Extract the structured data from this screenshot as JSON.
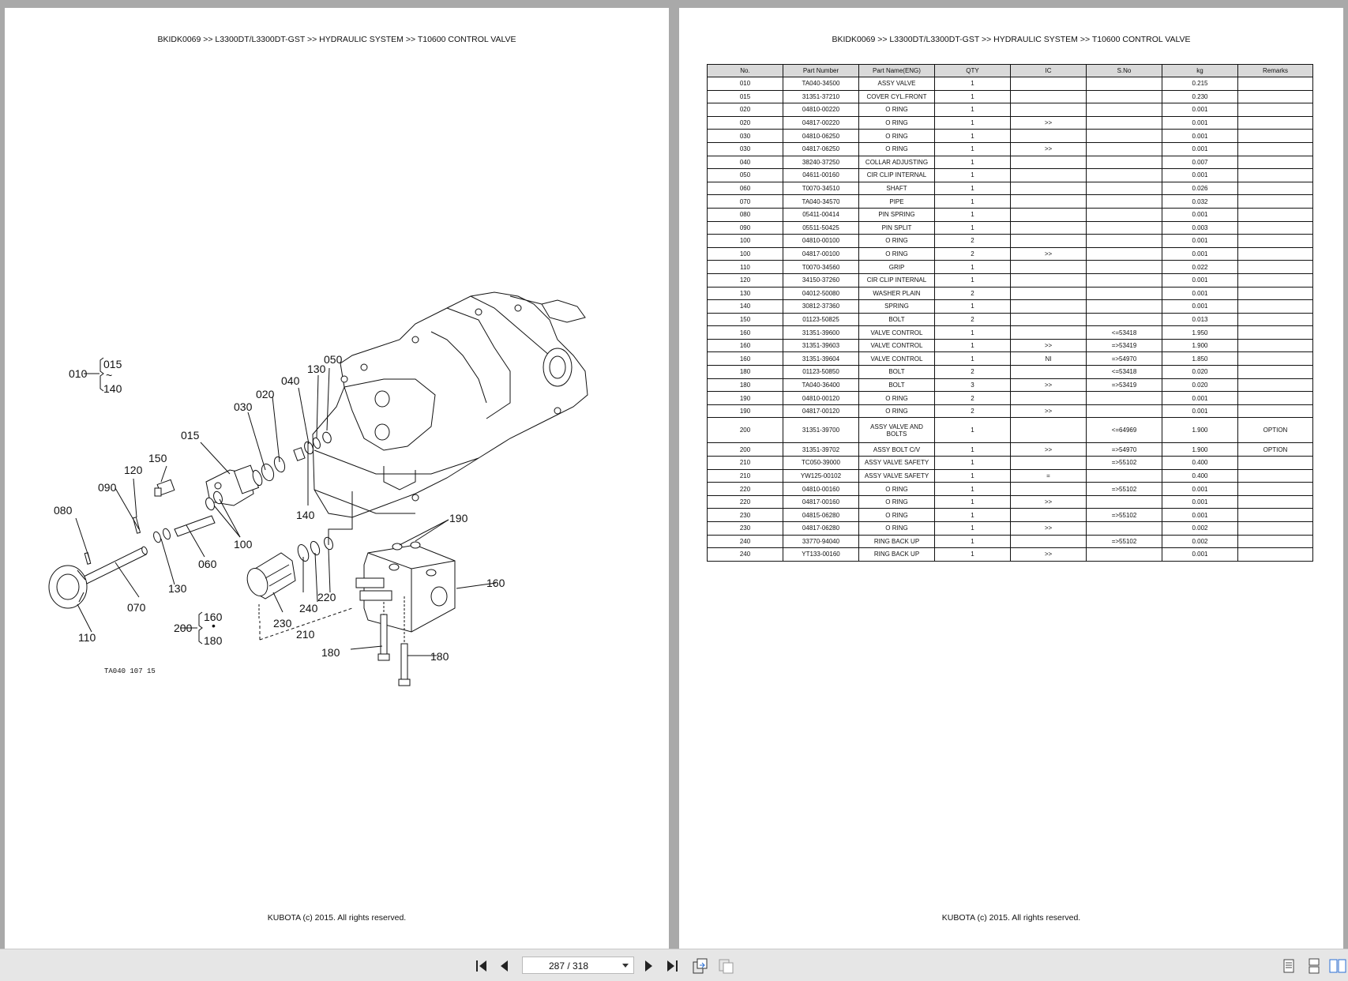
{
  "breadcrumb": "BKIDK0069 >> L3300DT/L3300DT-GST >> HYDRAULIC SYSTEM >> T10600   CONTROL VALVE",
  "footer": "KUBOTA (c) 2015. All rights reserved.",
  "diagram": {
    "figure_code": "TA040 107 15",
    "labels": {
      "l010": "010",
      "l015": "015",
      "l140a": "140",
      "l050": "050",
      "l130a": "130",
      "l040": "040",
      "l020": "020",
      "l030": "030",
      "l015b": "015",
      "l150": "150",
      "l120": "120",
      "l090": "090",
      "l080": "080",
      "l140b": "140",
      "l190": "190",
      "l100": "100",
      "l060": "060",
      "l130b": "130",
      "l070": "070",
      "l110": "110",
      "l160a": "160",
      "l200": "200",
      "l180a": "180",
      "l230": "230",
      "l240": "240",
      "l220": "220",
      "l210": "210",
      "l160b": "160",
      "l180b": "180",
      "l180c": "180"
    }
  },
  "table": {
    "headers": [
      "No.",
      "Part Number",
      "Part Name(ENG)",
      "QTY",
      "IC",
      "S.No",
      "kg",
      "Remarks"
    ],
    "rows": [
      [
        "010",
        "TA040-34500",
        "ASSY VALVE",
        "1",
        "",
        "",
        "0.215",
        ""
      ],
      [
        "015",
        "31351-37210",
        "COVER CYL.FRONT",
        "1",
        "",
        "",
        "0.230",
        ""
      ],
      [
        "020",
        "04810-00220",
        "O RING",
        "1",
        "",
        "",
        "0.001",
        ""
      ],
      [
        "020",
        "04817-00220",
        "O RING",
        "1",
        ">>",
        "",
        "0.001",
        ""
      ],
      [
        "030",
        "04810-06250",
        "O RING",
        "1",
        "",
        "",
        "0.001",
        ""
      ],
      [
        "030",
        "04817-06250",
        "O RING",
        "1",
        ">>",
        "",
        "0.001",
        ""
      ],
      [
        "040",
        "38240-37250",
        "COLLAR ADJUSTING",
        "1",
        "",
        "",
        "0.007",
        ""
      ],
      [
        "050",
        "04611-00160",
        "CIR CLIP INTERNAL",
        "1",
        "",
        "",
        "0.001",
        ""
      ],
      [
        "060",
        "T0070-34510",
        "SHAFT",
        "1",
        "",
        "",
        "0.026",
        ""
      ],
      [
        "070",
        "TA040-34570",
        "PIPE",
        "1",
        "",
        "",
        "0.032",
        ""
      ],
      [
        "080",
        "05411-00414",
        "PIN SPRING",
        "1",
        "",
        "",
        "0.001",
        ""
      ],
      [
        "090",
        "05511-50425",
        "PIN SPLIT",
        "1",
        "",
        "",
        "0.003",
        ""
      ],
      [
        "100",
        "04810-00100",
        "O RING",
        "2",
        "",
        "",
        "0.001",
        ""
      ],
      [
        "100",
        "04817-00100",
        "O RING",
        "2",
        ">>",
        "",
        "0.001",
        ""
      ],
      [
        "110",
        "T0070-34560",
        "GRIP",
        "1",
        "",
        "",
        "0.022",
        ""
      ],
      [
        "120",
        "34150-37260",
        "CIR CLIP INTERNAL",
        "1",
        "",
        "",
        "0.001",
        ""
      ],
      [
        "130",
        "04012-50080",
        "WASHER PLAIN",
        "2",
        "",
        "",
        "0.001",
        ""
      ],
      [
        "140",
        "30812-37360",
        "SPRING",
        "1",
        "",
        "",
        "0.001",
        ""
      ],
      [
        "150",
        "01123-50825",
        "BOLT",
        "2",
        "",
        "",
        "0.013",
        ""
      ],
      [
        "160",
        "31351-39600",
        "VALVE CONTROL",
        "1",
        "",
        "<=53418",
        "1.950",
        ""
      ],
      [
        "160",
        "31351-39603",
        "VALVE CONTROL",
        "1",
        ">>",
        "=>53419",
        "1.900",
        ""
      ],
      [
        "160",
        "31351-39604",
        "VALVE CONTROL",
        "1",
        "NI",
        "=>54970",
        "1.850",
        ""
      ],
      [
        "180",
        "01123-50850",
        "BOLT",
        "2",
        "",
        "<=53418",
        "0.020",
        ""
      ],
      [
        "180",
        "TA040-36400",
        "BOLT",
        "3",
        ">>",
        "=>53419",
        "0.020",
        ""
      ],
      [
        "190",
        "04810-00120",
        "O RING",
        "2",
        "",
        "",
        "0.001",
        ""
      ],
      [
        "190",
        "04817-00120",
        "O RING",
        "2",
        ">>",
        "",
        "0.001",
        ""
      ],
      [
        "200",
        "31351-39700",
        "ASSY VALVE AND BOLTS",
        "1",
        "",
        "<=64969",
        "1.900",
        "OPTION"
      ],
      [
        "200",
        "31351-39702",
        "ASSY BOLT C/V",
        "1",
        ">>",
        "=>54970",
        "1.900",
        "OPTION"
      ],
      [
        "210",
        "TC050-39000",
        "ASSY VALVE SAFETY",
        "1",
        "",
        "=>55102",
        "0.400",
        ""
      ],
      [
        "210",
        "YW125-00102",
        "ASSY VALVE SAFETY",
        "1",
        "=",
        "",
        "0.400",
        ""
      ],
      [
        "220",
        "04810-00160",
        "O RING",
        "1",
        "",
        "=>55102",
        "0.001",
        ""
      ],
      [
        "220",
        "04817-00160",
        "O RING",
        "1",
        ">>",
        "",
        "0.001",
        ""
      ],
      [
        "230",
        "04815-06280",
        "O RING",
        "1",
        "",
        "=>55102",
        "0.001",
        ""
      ],
      [
        "230",
        "04817-06280",
        "O RING",
        "1",
        ">>",
        "",
        "0.002",
        ""
      ],
      [
        "240",
        "33770-94040",
        "RING BACK UP",
        "1",
        "",
        "=>55102",
        "0.002",
        ""
      ],
      [
        "240",
        "YT133-00160",
        "RING BACK UP",
        "1",
        ">>",
        "",
        "0.001",
        ""
      ]
    ]
  },
  "toolbar": {
    "page_indicator": "287 / 318",
    "icons": [
      "first-page-icon",
      "prev-page-icon",
      "next-page-icon",
      "last-page-icon",
      "rotate-icon",
      "copy-icon",
      "single-page-icon",
      "continuous-icon",
      "two-page-icon"
    ]
  }
}
